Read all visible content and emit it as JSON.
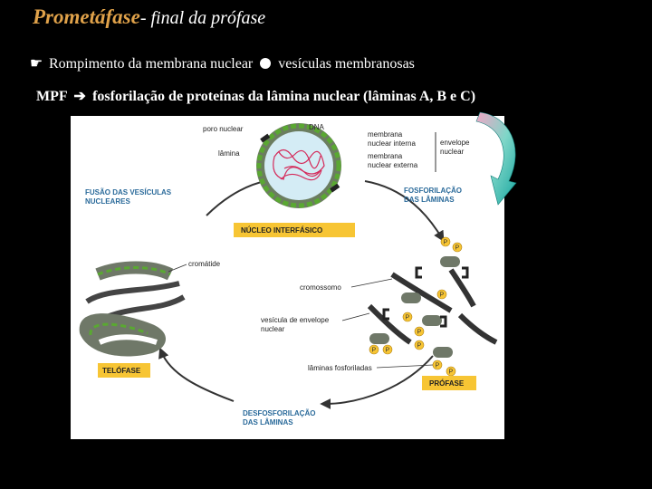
{
  "title": {
    "main": "Prometáfase",
    "sub": "- final da prófase"
  },
  "line1": {
    "bullet_icon": "pointer-icon",
    "text_a": "Rompimento da membrana nuclear",
    "text_b": "vesículas membranosas"
  },
  "line2": {
    "prefix": "MPF",
    "arrow_icon": "arrow-icon",
    "text": "fosforilação de proteínas da lâmina nuclear (lâminas A, B e C)"
  },
  "figure": {
    "labels": {
      "poro": "poro nuclear",
      "dna": "DNA",
      "lamina": "lâmina",
      "memb_int_1": "membrana",
      "memb_int_2": "nuclear interna",
      "memb_ext_1": "membrana",
      "memb_ext_2": "nuclear externa",
      "envelope_1": "envelope",
      "envelope_2": "nuclear",
      "fusao_1": "FUSÃO DAS VESÍCULAS",
      "fusao_2": "NUCLEARES",
      "fosfo_1": "FOSFORILAÇÃO",
      "fosfo_2": "DAS LÂMINAS",
      "nucleo": "NÚCLEO INTERFÁSICO",
      "cromatide": "cromátide",
      "cromossomo": "cromossomo",
      "vesicula_1": "vesícula de envelope",
      "vesicula_2": "nuclear",
      "laminas_fosfo": "lâminas fosforiladas",
      "telofase": "TELÓFASE",
      "profase": "PRÓFASE",
      "desfosfo_1": "DESFOSFORILAÇÃO",
      "desfosfo_2": "DAS LÂMINAS",
      "p": "P"
    }
  }
}
